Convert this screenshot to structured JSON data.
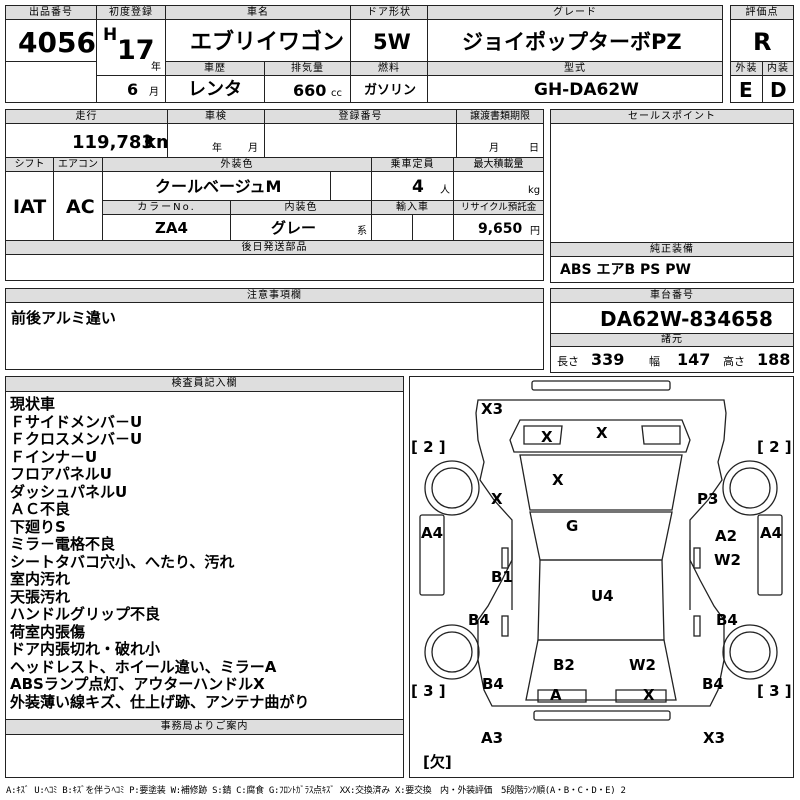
{
  "header": {
    "lot_label": "出品番号",
    "lot_no": "4056",
    "reg_label": "初度登録",
    "era": "H",
    "year": "17",
    "year_unit": "年",
    "month": "6",
    "month_unit": "月",
    "name_label": "車名",
    "car_name": "エブリイワゴン",
    "door_label": "ドア形状",
    "door": "5W",
    "grade_label": "グレード",
    "grade": "ジョイポップターボPZ",
    "score_label": "評価点",
    "score": "R",
    "history_label": "車歴",
    "history": "レンタ",
    "disp_label": "排気量",
    "displacement": "660",
    "disp_unit": "cc",
    "fuel_label": "燃料",
    "fuel": "ガソリン",
    "model_label": "型式",
    "model": "GH-DA62W",
    "ext_label": "外装",
    "ext": "E",
    "int_label": "内装",
    "int": "D"
  },
  "details": {
    "mileage_label": "走行",
    "mileage": "119,783",
    "mileage_unit": "km",
    "inspection_label": "車検",
    "insp_year_unit": "年",
    "insp_month_unit": "月",
    "plate_label": "登録番号",
    "transfer_label": "譲渡書類期限",
    "transfer_month_unit": "月",
    "transfer_day_unit": "日",
    "shift_label": "シフト",
    "shift": "IAT",
    "ac_label": "エアコン",
    "ac": "AC",
    "color_label": "外装色",
    "color": "クールベージュM",
    "capacity_label": "乗車定員",
    "capacity": "4",
    "capacity_unit": "人",
    "load_label": "最大積載量",
    "load_unit": "kg",
    "color_no_label": "カラーNo.",
    "color_no": "ZA4",
    "interior_label": "内装色",
    "interior": "グレー",
    "interior_unit": "系",
    "import_label": "輸入車",
    "recycle_label": "リサイクル預託金",
    "recycle": "9,650",
    "recycle_unit": "円",
    "sendlater_label": "後日発送部品"
  },
  "sales": {
    "label": "セールスポイント"
  },
  "equipment": {
    "label": "純正装備",
    "value": "ABS エアB PS PW"
  },
  "notes": {
    "label": "注意事項欄",
    "text": "前後アルミ違い"
  },
  "chassis": {
    "label": "車台番号",
    "value": "DA62W-834658",
    "spec_label": "諸元",
    "length_label": "長さ",
    "length": "339",
    "width_label": "幅",
    "width": "147",
    "height_label": "高さ",
    "height": "188"
  },
  "inspector": {
    "label": "検査員記入欄",
    "lines": [
      "現状車",
      "Ｆサイドメンバ－U",
      "Ｆクロスメンバ－U",
      "Ｆインナ－U",
      "フロアパネルU",
      "ダッシュパネルU",
      "ＡＣ不良",
      "下廻りS",
      "ミラ－電格不良",
      "シートタバコ穴小、へたり、汚れ",
      "室内汚れ",
      "天張汚れ",
      "ハンドルグリップ不良",
      "荷室内張傷",
      "ドア内張切れ・破れ小",
      "ヘッドレスト、ホイール違い、ミラーA",
      "ABSランプ点灯、アウターハンドルX",
      "外装薄い線キズ、仕上げ跡、アンテナ曲がり"
    ]
  },
  "office": {
    "label": "事務局よりご案内"
  },
  "diagram": {
    "marks": {
      "fr_bumper": "X3",
      "wind_l": "X",
      "wind_r": "X",
      "hood": "X",
      "fender_l": "X",
      "fender_r": "P3",
      "roof": "G",
      "door_fl": "A4",
      "door_fr": "A4",
      "mirror_r": "A2",
      "pillar_r": "W2",
      "floor_l": "B1",
      "center": "U4",
      "step_l": "B4",
      "step_r": "B4",
      "rear_l": "B2",
      "rear_r": "W2",
      "qtr_l": "B4",
      "qtr_r": "B4",
      "lamp_l": "A",
      "lamp_r": "X",
      "rr_bumper_l": "A3",
      "rr_bumper_r": "X3"
    },
    "bracket_fl": "[ 2 ]",
    "bracket_fr": "[ 2 ]",
    "bracket_rl": "[ 3 ]",
    "bracket_rr": "[ 3 ]",
    "missing": "欠"
  },
  "legend": "A:ｷｽﾞ U:ﾍｺﾐ B:ｷｽﾞを伴うﾍｺﾐ P:要塗装 W:補修跡 S:錆 C:腐食 G:ﾌﾛﾝﾄｶﾞﾗｽ点ｷｽﾞ XX:交換済み X:要交換　内・外装評価　5段階ﾗﾝｸ順(A・B・C・D・E) 2"
}
